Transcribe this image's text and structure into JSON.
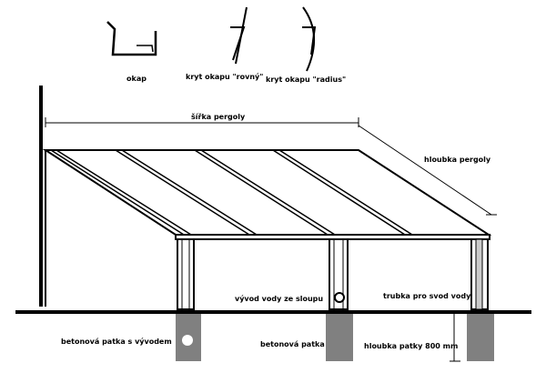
{
  "legend": {
    "gutter": "okap",
    "cover_straight": "kryt okapu \"rovný\"",
    "cover_radius": "kryt okapu \"radius\""
  },
  "dimensions": {
    "width": "šířka pergoly",
    "depth": "hloubka pergoly",
    "footing_depth": "hloubka patky 800 mm"
  },
  "labels": {
    "water_outlet": "vývod vody ze sloupu",
    "downpipe": "trubka pro svod vody",
    "footing_with_outlet": "betonová patka s vývodem",
    "footing": "betonová patka"
  },
  "colors": {
    "line": "#000000",
    "footing_fill": "#808080",
    "background": "#ffffff"
  }
}
